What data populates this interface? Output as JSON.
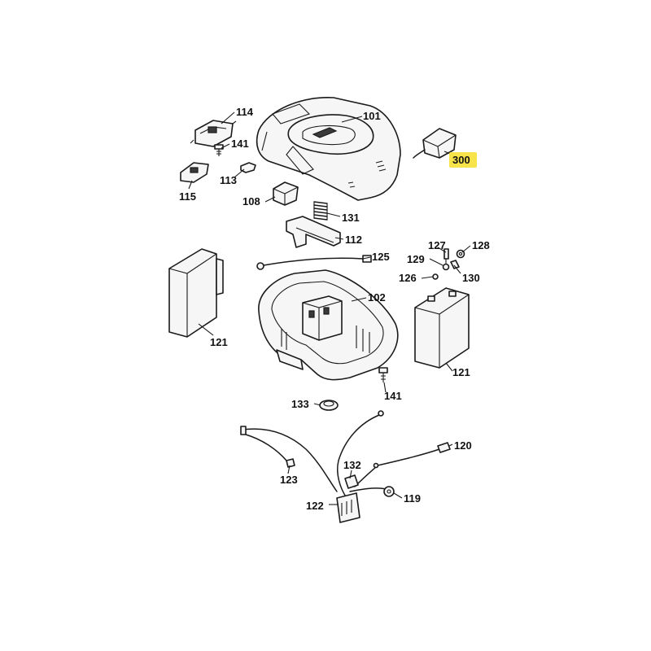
{
  "colors": {
    "line": "#1a1a1a",
    "fill": "#f6f6f6",
    "highlight": "#f7e34a"
  },
  "callouts": {
    "c101": "101",
    "c114": "114",
    "c141a": "141",
    "c113": "113",
    "c115": "115",
    "c108": "108",
    "c131": "131",
    "c112": "112",
    "c300": "300",
    "c125": "125",
    "c127": "127",
    "c128": "128",
    "c129": "129",
    "c130": "130",
    "c126": "126",
    "c121a": "121",
    "c102": "102",
    "c121b": "121",
    "c141b": "141",
    "c133": "133",
    "c120": "120",
    "c123": "123",
    "c132": "132",
    "c119": "119",
    "c122": "122"
  },
  "highlighted": "300"
}
